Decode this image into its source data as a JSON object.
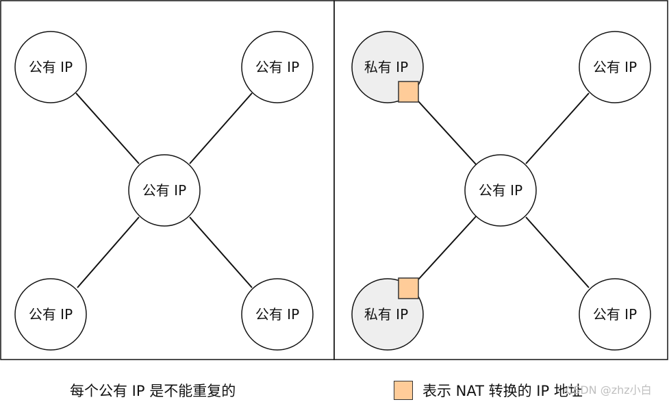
{
  "colors": {
    "public_fill": "#ffffff",
    "private_fill": "#eeeeee",
    "nat_fill": "#ffcc99",
    "stroke": "#111111"
  },
  "labels": {
    "public_ip": "公有 IP",
    "private_ip": "私有 IP"
  },
  "left_panel": {
    "center_label": "公有 IP",
    "corner_labels": [
      "公有 IP",
      "公有 IP",
      "公有 IP",
      "公有 IP"
    ],
    "caption": "每个公有 IP 是不能重复的"
  },
  "right_panel": {
    "center_label": "公有 IP",
    "corner_labels": [
      "私有 IP",
      "公有 IP",
      "私有 IP",
      "公有 IP"
    ],
    "corner_kinds": [
      "private",
      "public",
      "private",
      "public"
    ],
    "legend_text": "表示 NAT 转换的 IP 地址"
  },
  "watermark": "CSDN @zhz小白"
}
